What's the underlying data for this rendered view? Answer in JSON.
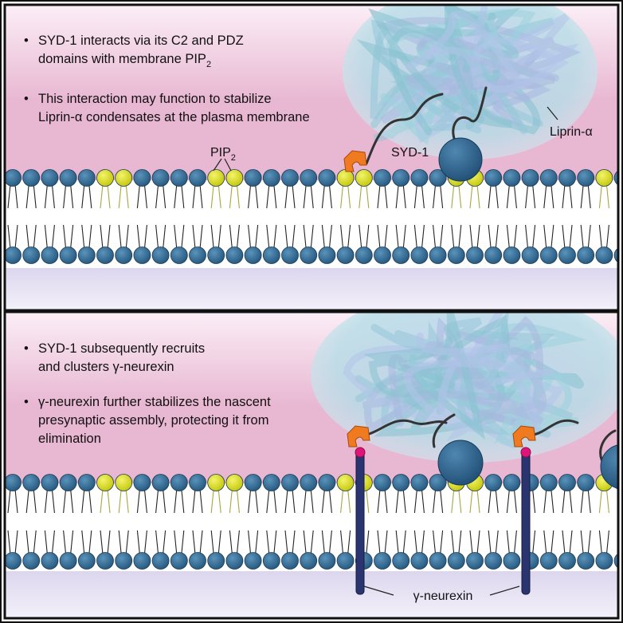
{
  "top_panel": {
    "bullets": [
      {
        "line1": "SYD-1 interacts via its C2 and PDZ",
        "line2": "domains with membrane PIP",
        "line2_sub": "2"
      },
      {
        "line1": "This interaction may function to stabilize",
        "line2": "Liprin-α condensates at the plasma membrane",
        "line2_sub": ""
      }
    ],
    "labels": {
      "pip_main": "PIP",
      "pip_sub": "2",
      "syd1": "SYD-1",
      "liprin": "Liprin-α"
    }
  },
  "bottom_panel": {
    "bullets": [
      {
        "lines": [
          "SYD-1 subsequently recruits",
          "and clusters γ-neurexin"
        ]
      },
      {
        "lines": [
          "γ-neurexin further stabilizes the nascent",
          "presynaptic assembly, protecting it from",
          "elimination"
        ]
      }
    ],
    "labels": {
      "neurexin": "γ-neurexin"
    }
  },
  "colors": {
    "lipid_head_blue": "#2f6a94",
    "pip_head_yellow": "#d9dc10",
    "syd1_protein": "#2b5f8a",
    "c2_domain_orange": "#f07a20",
    "neurexin_bar": "#2a3570",
    "neurexin_tip": "#e0157a",
    "condensate": "#a9d2e0",
    "background_pink": "#e8b7d2",
    "background_lavender": "#dcd6ee"
  }
}
